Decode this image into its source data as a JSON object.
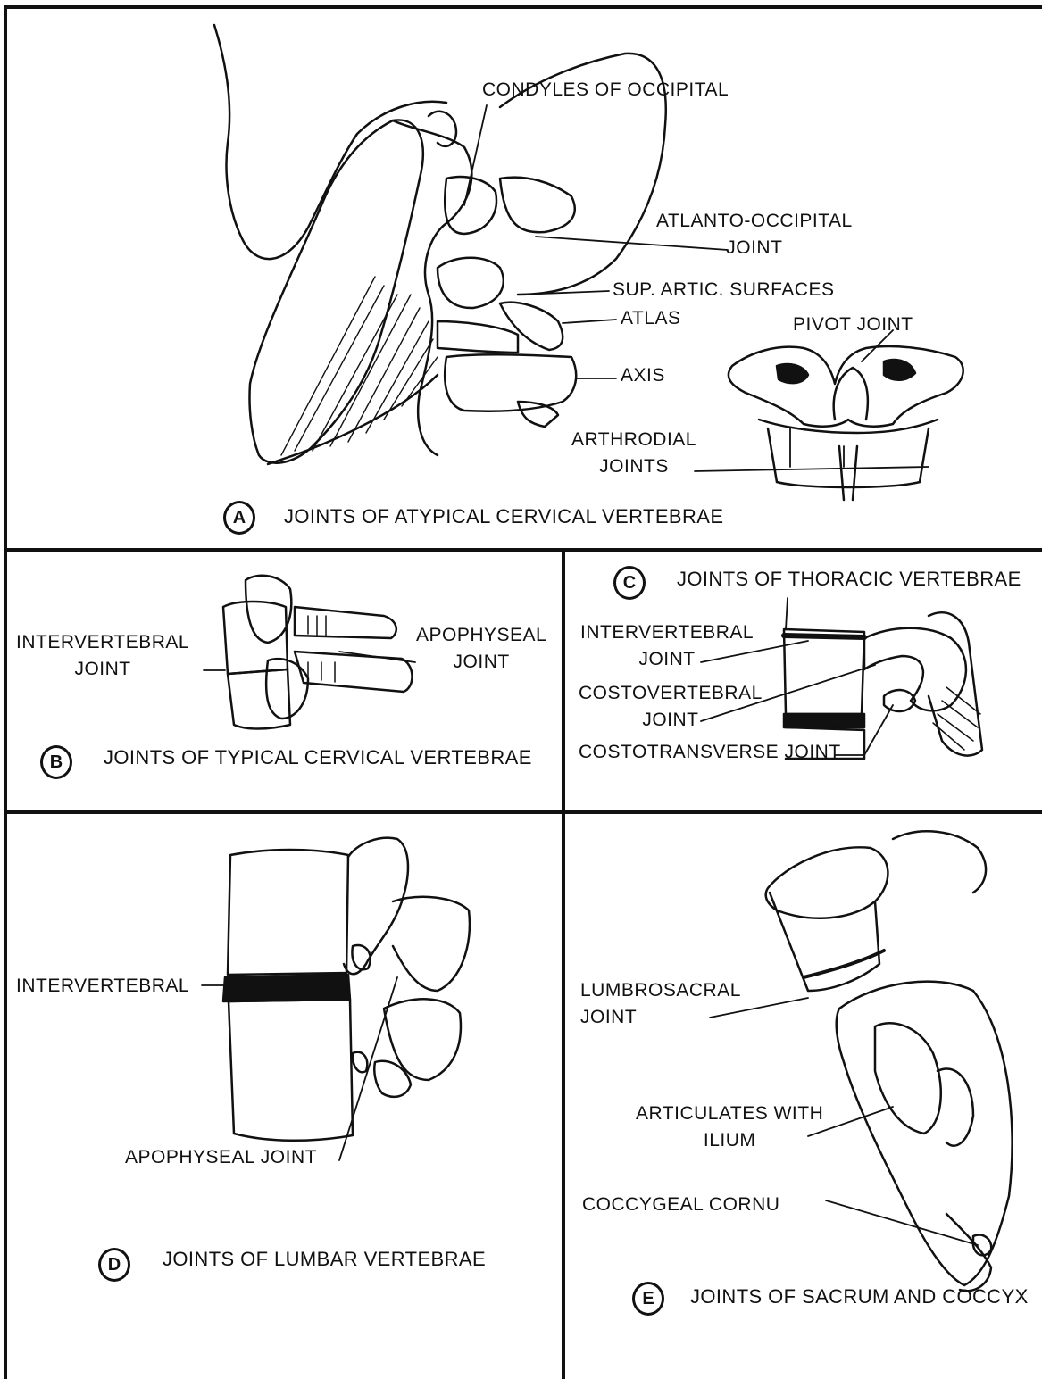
{
  "panels": {
    "a": {
      "badge": "A",
      "title": "JOINTS OF ATYPICAL CERVICAL VERTEBRAE",
      "labels": {
        "condyles": "CONDYLES OF OCCIPITAL",
        "atlanto": "ATLANTO-OCCIPITAL\nJOINT",
        "sup_artic": "SUP. ARTIC. SURFACES",
        "atlas": "ATLAS",
        "axis": "AXIS",
        "pivot": "PIVOT JOINT",
        "arthrodial": "ARTHRODIAL\nJOINTS"
      }
    },
    "b": {
      "badge": "B",
      "title": "JOINTS OF TYPICAL CERVICAL VERTEBRAE",
      "labels": {
        "intervertebral": "INTERVERTEBRAL\nJOINT",
        "apophyseal": "APOPHYSEAL\nJOINT"
      }
    },
    "c": {
      "badge": "C",
      "title": "JOINTS OF THORACIC VERTEBRAE",
      "labels": {
        "intervertebral": "INTERVERTEBRAL\nJOINT",
        "costovertebral": "COSTOVERTEBRAL\nJOINT",
        "costotransverse": "COSTOTRANSVERSE JOINT"
      }
    },
    "d": {
      "badge": "D",
      "title": "JOINTS OF LUMBAR VERTEBRAE",
      "labels": {
        "intervertebral": "INTERVERTEBRAL",
        "apophyseal": "APOPHYSEAL JOINT"
      }
    },
    "e": {
      "badge": "E",
      "title": "JOINTS OF SACRUM AND COCCYX",
      "labels": {
        "lumbrosacral": "LUMBROSACRAL\nJOINT",
        "ilium": "ARTICULATES WITH\nILIUM",
        "cornu": "COCCYGEAL CORNU"
      }
    }
  }
}
